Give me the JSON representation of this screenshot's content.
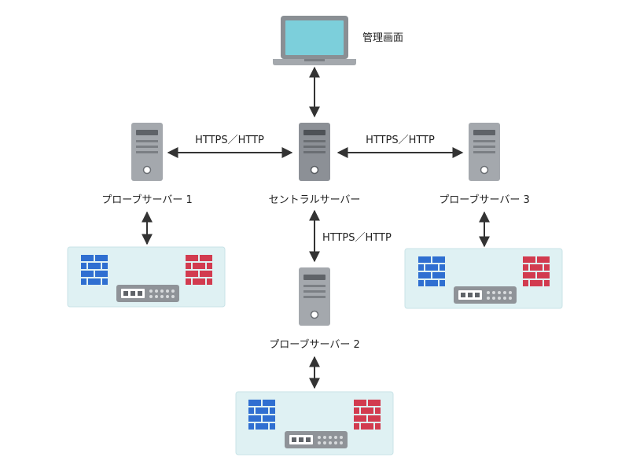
{
  "labels": {
    "management_screen": "管理画面",
    "central_server": "セントラルサーバー",
    "probe_server_1": "プローブサーバー 1",
    "probe_server_2": "プローブサーバー 2",
    "probe_server_3": "プローブサーバー 3"
  },
  "connections": {
    "left": "HTTPS／HTTP",
    "right": "HTTPS／HTTP",
    "down": "HTTPS／HTTP"
  },
  "icons": {
    "laptop": "laptop-icon",
    "server": "server-icon",
    "firewall": "firewall-icon",
    "switch": "network-switch-icon"
  },
  "colors": {
    "laptop_screen": "#7ccfdb",
    "laptop_body": "#8a8f94",
    "server_body": "#a4a8ad",
    "central_server_body": "#8c9096",
    "network_panel": "#dff1f3",
    "firewall_blue": "#2f6fd1",
    "firewall_red": "#d23b4f",
    "switch_body": "#8f9398",
    "arrow": "#333333"
  }
}
